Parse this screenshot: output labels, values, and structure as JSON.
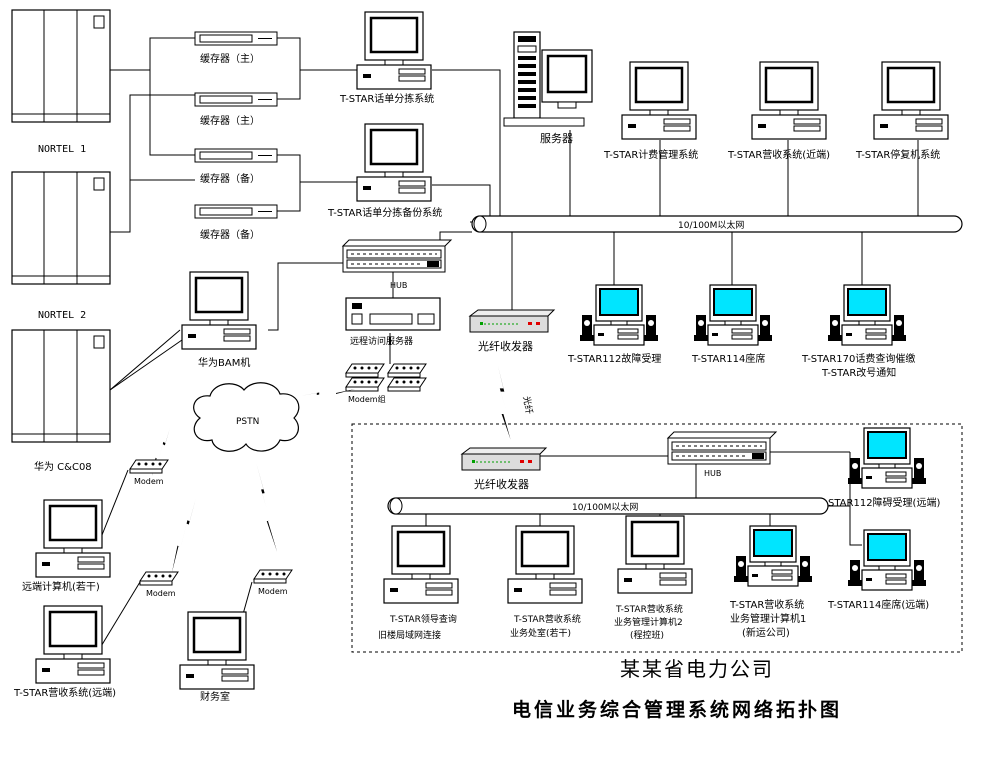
{
  "labels": {
    "nortel1": "NORTEL 1",
    "nortel2": "NORTEL 2",
    "huawei_cc08": "华为 C&C08",
    "cache_main1": "缓存器（主）",
    "cache_main2": "缓存器（主）",
    "cache_backup1": "缓存器（备）",
    "cache_backup2": "缓存器（备）",
    "billing_sort": "T-STAR话单分拣系统",
    "billing_sort_backup": "T-STAR话单分拣备份系统",
    "server": "服务器",
    "billing_mgmt": "T-STAR计费管理系统",
    "revenue_near": "T-STAR营收系统(近端)",
    "restore": "T-STAR停复机系统",
    "ethernet_main": "10/100M以太网",
    "hub_main": "HUB",
    "huawei_bam": "华为BAM机",
    "remote_access": "远程访问服务器",
    "modem_group": "Modem组",
    "fiber_tx_top": "光纤收发器",
    "fault_112": "T-STAR112故障受理",
    "seat_114": "T-STAR114座席",
    "query_170_line1": "T-STAR170话费查询催缴",
    "query_170_line2": "T-STAR改号通知",
    "pstn": "PSTN",
    "fiber_link": "光纤",
    "modem1": "Modem",
    "modem2": "Modem",
    "modem3": "Modem",
    "remote_pc": "远端计算机(若干)",
    "revenue_remote": "T-STAR营收系统(远端)",
    "finance": "财务室",
    "fiber_tx_bottom": "光纤收发器",
    "hub_remote": "HUB",
    "ethernet_remote": "10/100M以太网",
    "fault_112_remote": "STAR112障碍受理(远端)",
    "seat_114_remote": "T-STAR114座席(远端)",
    "leader_query_line1": "T-STAR领导查询",
    "leader_query_line2": "旧楼局域网连接",
    "revenue_office_line1": "T-STAR营收系统",
    "revenue_office_line2": "业务处室(若干)",
    "mgmt_pc2_line1": "T-STAR营收系统",
    "mgmt_pc2_line2": "业务管理计算机2",
    "mgmt_pc2_line3": "(程控班)",
    "mgmt_pc1_line1": "T-STAR营收系统",
    "mgmt_pc1_line2": "业务管理计算机1",
    "mgmt_pc1_line3": "(新运公司)"
  },
  "title": {
    "company": "某某省电力公司",
    "subtitle": "电信业务综合管理系统网络拓扑图"
  },
  "colors": {
    "screen_cyan": "#00e5ff",
    "led_green": "#00a000",
    "led_red": "#e00000"
  }
}
